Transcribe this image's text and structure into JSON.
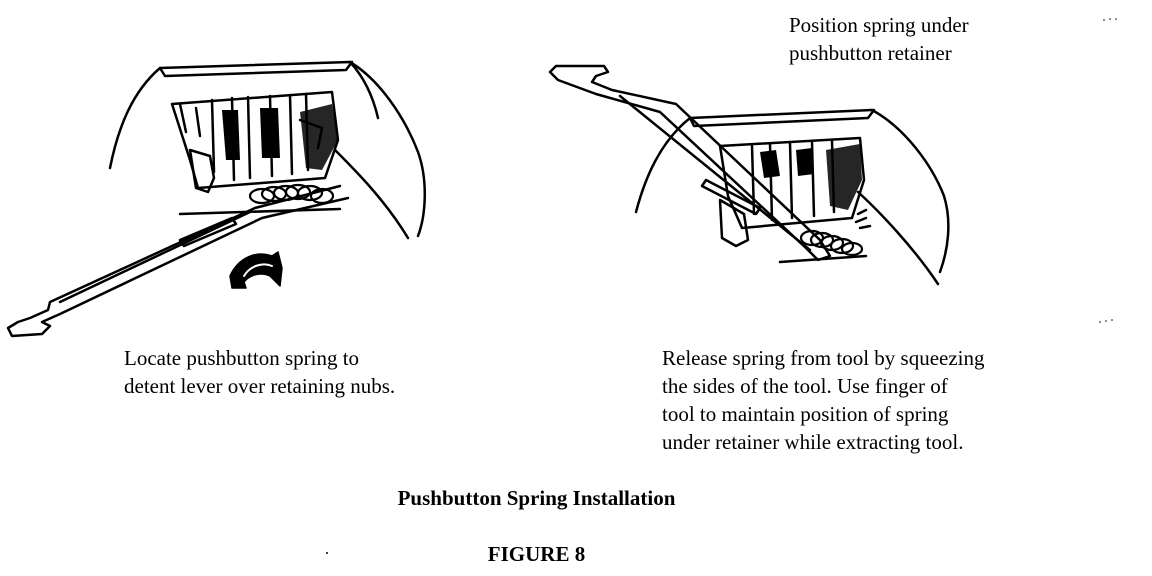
{
  "captions": {
    "top_right": "Position spring under\npushbutton retainer",
    "left": "Locate pushbutton spring to\ndetent lever over retaining nubs.",
    "right": "Release spring from tool by squeezing\nthe sides of the tool.  Use finger of\ntool to maintain position of spring\nunder retainer while extracting tool."
  },
  "title": "Pushbutton Spring Installation",
  "figure_number": "FIGURE 8",
  "colors": {
    "ink": "#000000",
    "paper": "#ffffff"
  },
  "icons": {
    "rotation_arrow": "curved-arrow-icon"
  }
}
